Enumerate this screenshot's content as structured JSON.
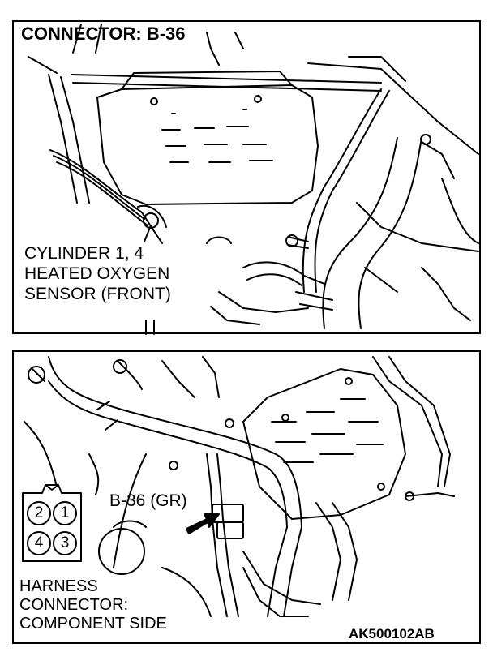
{
  "title": "CONNECTOR: B-36",
  "sensor_callout": {
    "line1": "CYLINDER 1, 4",
    "line2": "HEATED OXYGEN",
    "line3": "SENSOR (FRONT)"
  },
  "connector_label": "B-36 (GR)",
  "harness_note": {
    "line1": "HARNESS",
    "line2": "CONNECTOR:",
    "line3": "COMPONENT SIDE"
  },
  "pins": [
    "2",
    "1",
    "4",
    "3"
  ],
  "figure_code": "AK500102AB",
  "colors": {
    "line": "#000000",
    "background": "#ffffff"
  },
  "icons": {
    "arrow": "pointer-arrow-icon",
    "connector": "connector-face-icon"
  }
}
